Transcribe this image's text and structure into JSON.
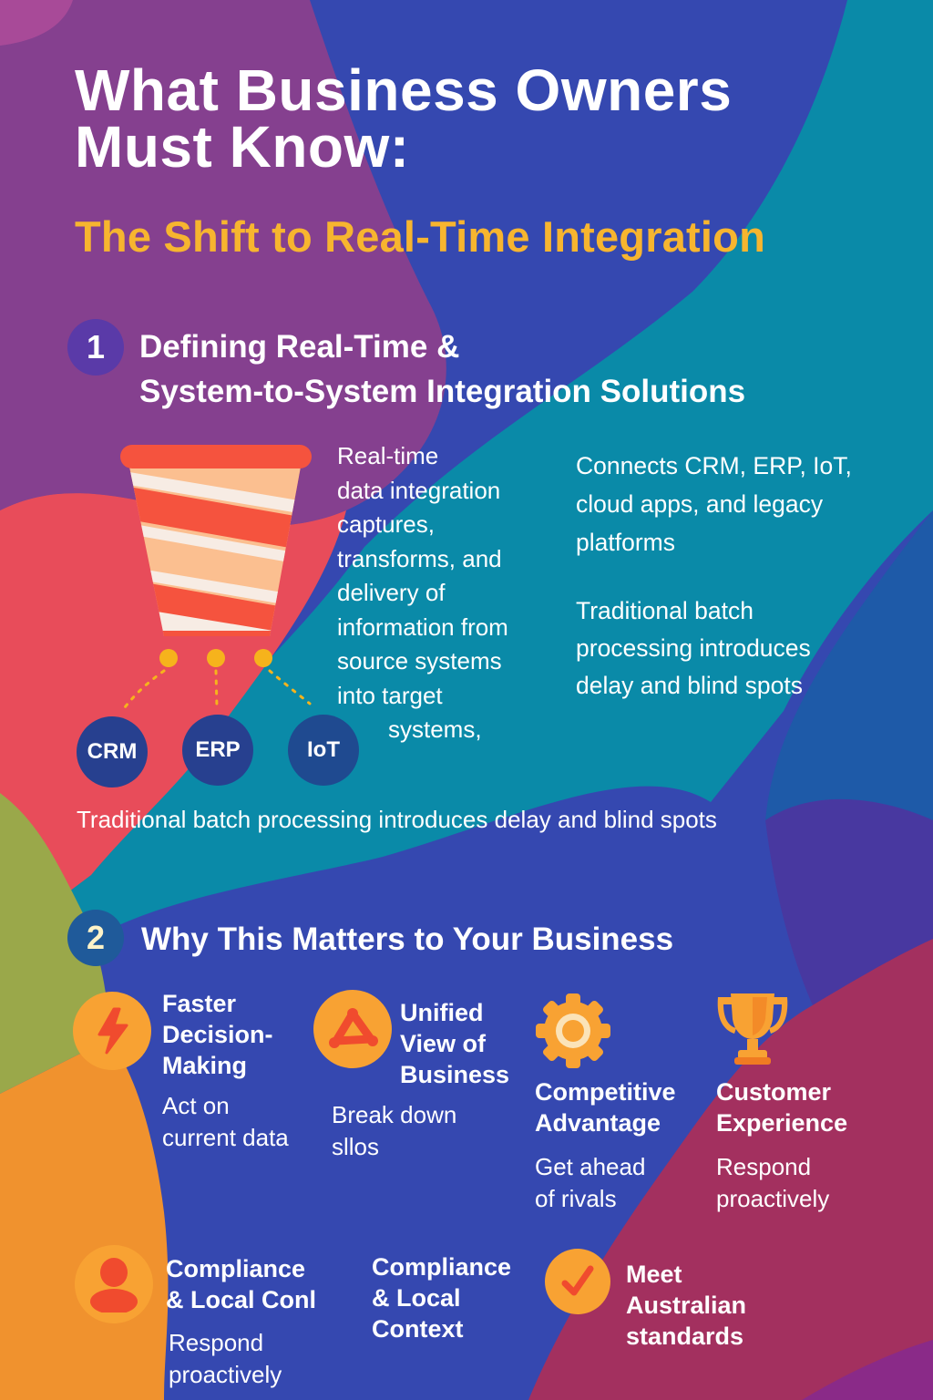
{
  "header": {
    "title_line1": "What Business Owners",
    "title_line2": "Must Know:",
    "subtitle": "The Shift to Real-Time Integration"
  },
  "section1": {
    "number": "1",
    "heading_line1": "Defining Real-Time &",
    "heading_line2": "System-to-System Integration Solutions",
    "funnel_icon": "funnel-icon",
    "systems": [
      {
        "label": "CRM"
      },
      {
        "label": "ERP"
      },
      {
        "label": "IoT"
      }
    ],
    "definition_lines": [
      "Real-time",
      "data integration",
      "captures,",
      "transforms, and",
      "delivery of",
      "information from",
      "source systems",
      "into target",
      "systems,"
    ],
    "connects_text": "Connects CRM, ERP, IoT, cloud apps, and legacy platforms",
    "batch_text_right": "Traditional batch processing introduces delay and blind spots",
    "batch_text_bottom": "Traditional batch processing introduces delay and blind spots"
  },
  "section2": {
    "number": "2",
    "heading": "Why This Matters to Your Business",
    "features": [
      {
        "title": "Faster Decision-Making",
        "title_lines": [
          "Faster",
          "Decision-",
          "Making"
        ],
        "desc_lines": [
          "Act on",
          "current data"
        ],
        "icon": "lightning-icon"
      },
      {
        "title": "Unified View of Business",
        "title_lines": [
          "Unified",
          "View of",
          "Business"
        ],
        "desc_lines": [
          "Break down",
          "sllos"
        ],
        "icon": "network-triangle-icon"
      },
      {
        "title": "Competitive Advantage",
        "title_lines": [
          "Competitive",
          "Advantage"
        ],
        "desc_lines": [
          "Get ahead",
          "of rivals"
        ],
        "icon": "gear-icon"
      },
      {
        "title": "Customer Experience",
        "title_lines": [
          "Customer",
          "Experience"
        ],
        "desc_lines": [
          "Respond",
          "proactively"
        ],
        "icon": "trophy-icon"
      },
      {
        "title": "Compliance & Local Conl",
        "title_lines": [
          "Compliance",
          "& Local Conl"
        ],
        "desc_lines": [
          "Respond",
          "proactively"
        ],
        "icon": "user-icon"
      },
      {
        "title": "Compliance & Local Context",
        "title_lines": [
          "Compliance",
          "& Local",
          "Context"
        ],
        "desc_lines": [],
        "icon": null
      },
      {
        "title": "Meet Australian standards",
        "title_lines": [
          "Meet",
          "Australian",
          "standards"
        ],
        "desc_lines": [],
        "icon": "checkmark-icon"
      }
    ]
  },
  "colors": {
    "background_blue": "#3548b0",
    "teal": "#0a8aa8",
    "purple": "#85408f",
    "coral": "#e84c5a",
    "orange": "#f0922e",
    "olive": "#9aa84a",
    "magenta": "#a3305f",
    "accent_yellow": "#f7b52f",
    "icon_orange": "#f8a233",
    "icon_red": "#f04b2e",
    "node_navy": "#27408f"
  }
}
